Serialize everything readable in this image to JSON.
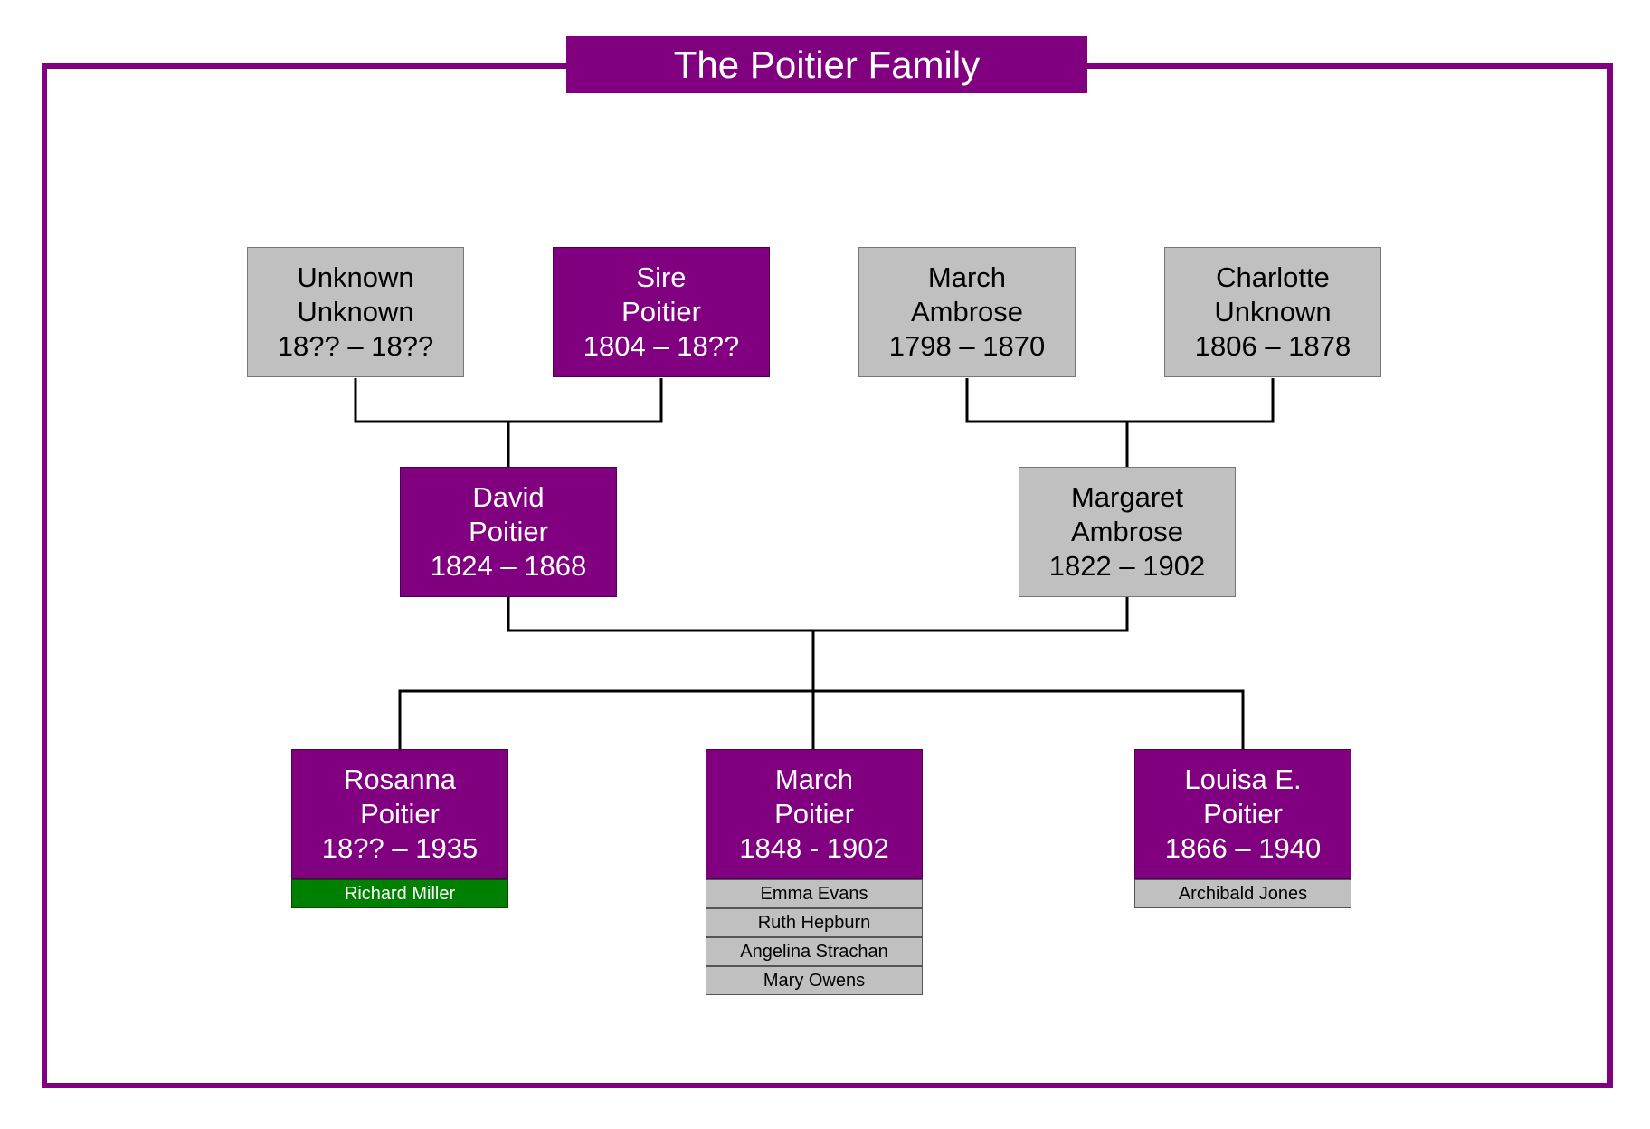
{
  "title": "The Poitier Family",
  "colors": {
    "purple": "#800080",
    "gray": "#c0c0c0",
    "green": "#008000"
  },
  "people": {
    "unknown_unknown": {
      "first": "Unknown",
      "last": "Unknown",
      "dates": "18?? – 18??"
    },
    "sire_poitier": {
      "first": "Sire",
      "last": "Poitier",
      "dates": "1804 – 18??"
    },
    "march_ambrose": {
      "first": "March",
      "last": "Ambrose",
      "dates": "1798 – 1870"
    },
    "charlotte_unknown": {
      "first": "Charlotte",
      "last": "Unknown",
      "dates": "1806 – 1878"
    },
    "david_poitier": {
      "first": "David",
      "last": "Poitier",
      "dates": "1824 – 1868"
    },
    "margaret_ambrose": {
      "first": "Margaret",
      "last": "Ambrose",
      "dates": "1822 – 1902"
    },
    "rosanna_poitier": {
      "first": "Rosanna",
      "last": "Poitier",
      "dates": "18?? – 1935"
    },
    "march_poitier": {
      "first": "March",
      "last": "Poitier",
      "dates": "1848 - 1902"
    },
    "louisa_poitier": {
      "first": "Louisa E.",
      "last": "Poitier",
      "dates": "1866 – 1940"
    }
  },
  "spouses": {
    "rosanna": [
      "Richard Miller"
    ],
    "march": [
      "Emma Evans",
      "Ruth Hepburn",
      "Angelina Strachan",
      "Mary Owens"
    ],
    "louisa": [
      "Archibald Jones"
    ]
  }
}
